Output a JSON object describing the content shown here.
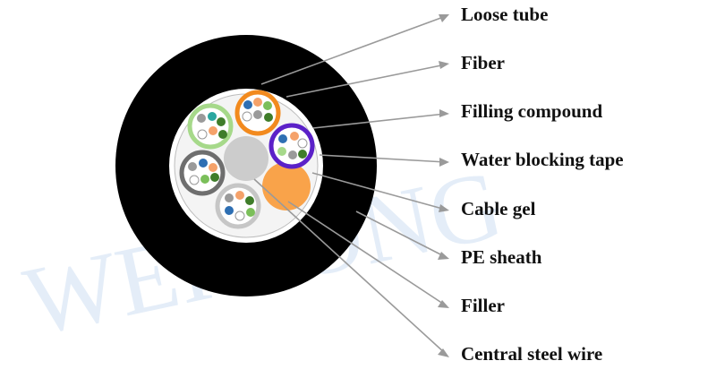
{
  "diagram": {
    "labels": [
      "Loose tube",
      "Fiber",
      "Filling compound",
      "Water blocking tape",
      "Cable gel",
      "PE sheath",
      "Filler",
      "Central steel wire"
    ],
    "watermark": "WEI LONG",
    "colors": {
      "sheath": "#000000",
      "core_fill": "#f4f4f4",
      "filler": "#f9a34a",
      "steel_wire": "#cccccc",
      "leader_line": "#9a9a9a",
      "watermark": "#cfe0f3",
      "tube_orange": "#f28a1e",
      "tube_purple": "#5b21c8",
      "tube_green": "#a6d98a",
      "tube_gray": "#8e8e8e",
      "tube_light_gray": "#c6c6c6",
      "tube_dark_gray": "#6e6e6e",
      "fiber_blue": "#2e6fb3",
      "fiber_orange": "#f5a26a",
      "fiber_green": "#7bbf5a",
      "fiber_gray": "#9a9a9a",
      "fiber_white": "#ffffff",
      "fiber_dark_green": "#3f7d2a",
      "fiber_teal": "#2aa7a0"
    }
  }
}
